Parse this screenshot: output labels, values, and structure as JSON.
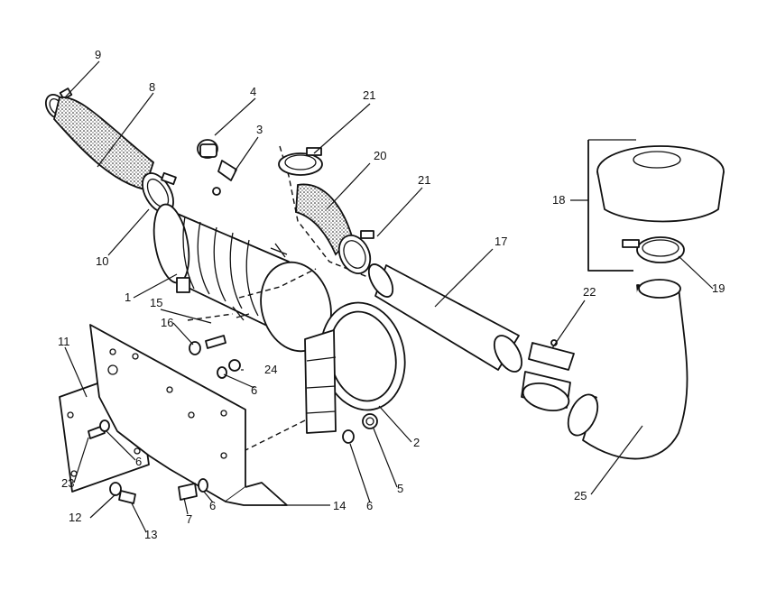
{
  "callouts": [
    {
      "id": "c1",
      "text": "1"
    },
    {
      "id": "c2",
      "text": "2"
    },
    {
      "id": "c3",
      "text": "3"
    },
    {
      "id": "c4",
      "text": "4"
    },
    {
      "id": "c5",
      "text": "5"
    },
    {
      "id": "c6a",
      "text": "6"
    },
    {
      "id": "c6b",
      "text": "6"
    },
    {
      "id": "c6c",
      "text": "6"
    },
    {
      "id": "c6d",
      "text": "6"
    },
    {
      "id": "c7",
      "text": "7"
    },
    {
      "id": "c8",
      "text": "8"
    },
    {
      "id": "c9",
      "text": "9"
    },
    {
      "id": "c10",
      "text": "10"
    },
    {
      "id": "c11",
      "text": "11"
    },
    {
      "id": "c12",
      "text": "12"
    },
    {
      "id": "c13",
      "text": "13"
    },
    {
      "id": "c14",
      "text": "14"
    },
    {
      "id": "c15",
      "text": "15"
    },
    {
      "id": "c16",
      "text": "16"
    },
    {
      "id": "c17",
      "text": "17"
    },
    {
      "id": "c18",
      "text": "18"
    },
    {
      "id": "c19",
      "text": "19"
    },
    {
      "id": "c20",
      "text": "20"
    },
    {
      "id": "c21a",
      "text": "21"
    },
    {
      "id": "c21b",
      "text": "21"
    },
    {
      "id": "c22",
      "text": "22"
    },
    {
      "id": "c23",
      "text": "23"
    },
    {
      "id": "c24",
      "text": "24"
    },
    {
      "id": "c25",
      "text": "25"
    }
  ]
}
